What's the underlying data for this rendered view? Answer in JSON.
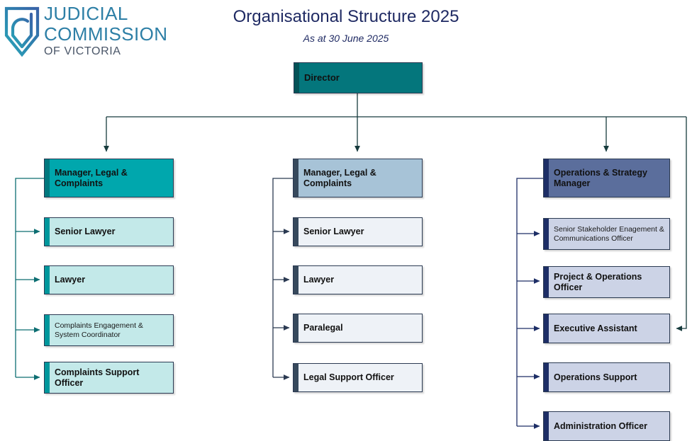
{
  "logo": {
    "mark": "shield-j-icon",
    "line1": "JUDICIAL",
    "line2": "COMMISSION",
    "line3": "OF VICTORIA"
  },
  "header": {
    "title": "Organisational Structure 2025",
    "subtitle": "As at 30 June 2025"
  },
  "colors": {
    "title_text": "#1f2a63",
    "logo_blue": "#2d7fa6",
    "director_fill": "#04767c",
    "teal_head_fill": "#00a7ad",
    "teal_sub_fill": "#c3e9e9",
    "slate_head_fill": "#a7c3d7",
    "slate_sub_fill": "#eef2f7",
    "navy_head_fill": "#5b6e9c",
    "navy_sub_fill": "#ccd3e6",
    "teal_connector": "#0d6e72",
    "slate_connector": "#2b3a52",
    "navy_connector": "#1d2e66"
  },
  "chart_data": {
    "type": "diagram",
    "diagram_kind": "org-chart",
    "title": "Organisational Structure 2025",
    "root": "Director",
    "branches": [
      {
        "manager": "Manager, Legal & Complaints",
        "theme": "teal",
        "reports": [
          "Senior Lawyer",
          "Lawyer",
          "Complaints Engagement & System Coordinator",
          "Complaints Support Officer"
        ]
      },
      {
        "manager": "Manager, Legal & Complaints",
        "theme": "slate",
        "reports": [
          "Senior Lawyer",
          "Lawyer",
          "Paralegal",
          "Legal Support Officer"
        ]
      },
      {
        "manager": "Operations & Strategy Manager",
        "theme": "navy",
        "reports": [
          "Senior Stakeholder Enagement & Communications Officer",
          "Project & Operations Officer",
          "Executive Assistant",
          "Operations Support",
          "Administration Officer"
        ]
      }
    ],
    "extra_links": [
      {
        "from": "Director",
        "to": "Executive Assistant",
        "style": "direct-right-routed"
      }
    ]
  },
  "director": {
    "label": "Director"
  },
  "col_left": {
    "manager": "Manager, Legal & Complaints",
    "r1": "Senior Lawyer",
    "r2": "Lawyer",
    "r3": "Complaints Engagement & System Coordinator",
    "r4": "Complaints Support Officer"
  },
  "col_mid": {
    "manager": "Manager, Legal & Complaints",
    "r1": "Senior Lawyer",
    "r2": "Lawyer",
    "r3": "Paralegal",
    "r4": "Legal Support Officer"
  },
  "col_right": {
    "manager": "Operations & Strategy Manager",
    "r1": "Senior Stakeholder Enagement & Communications Officer",
    "r2": "Project & Operations Officer",
    "r3": "Executive Assistant",
    "r4": "Operations Support",
    "r5": "Administration Officer"
  }
}
